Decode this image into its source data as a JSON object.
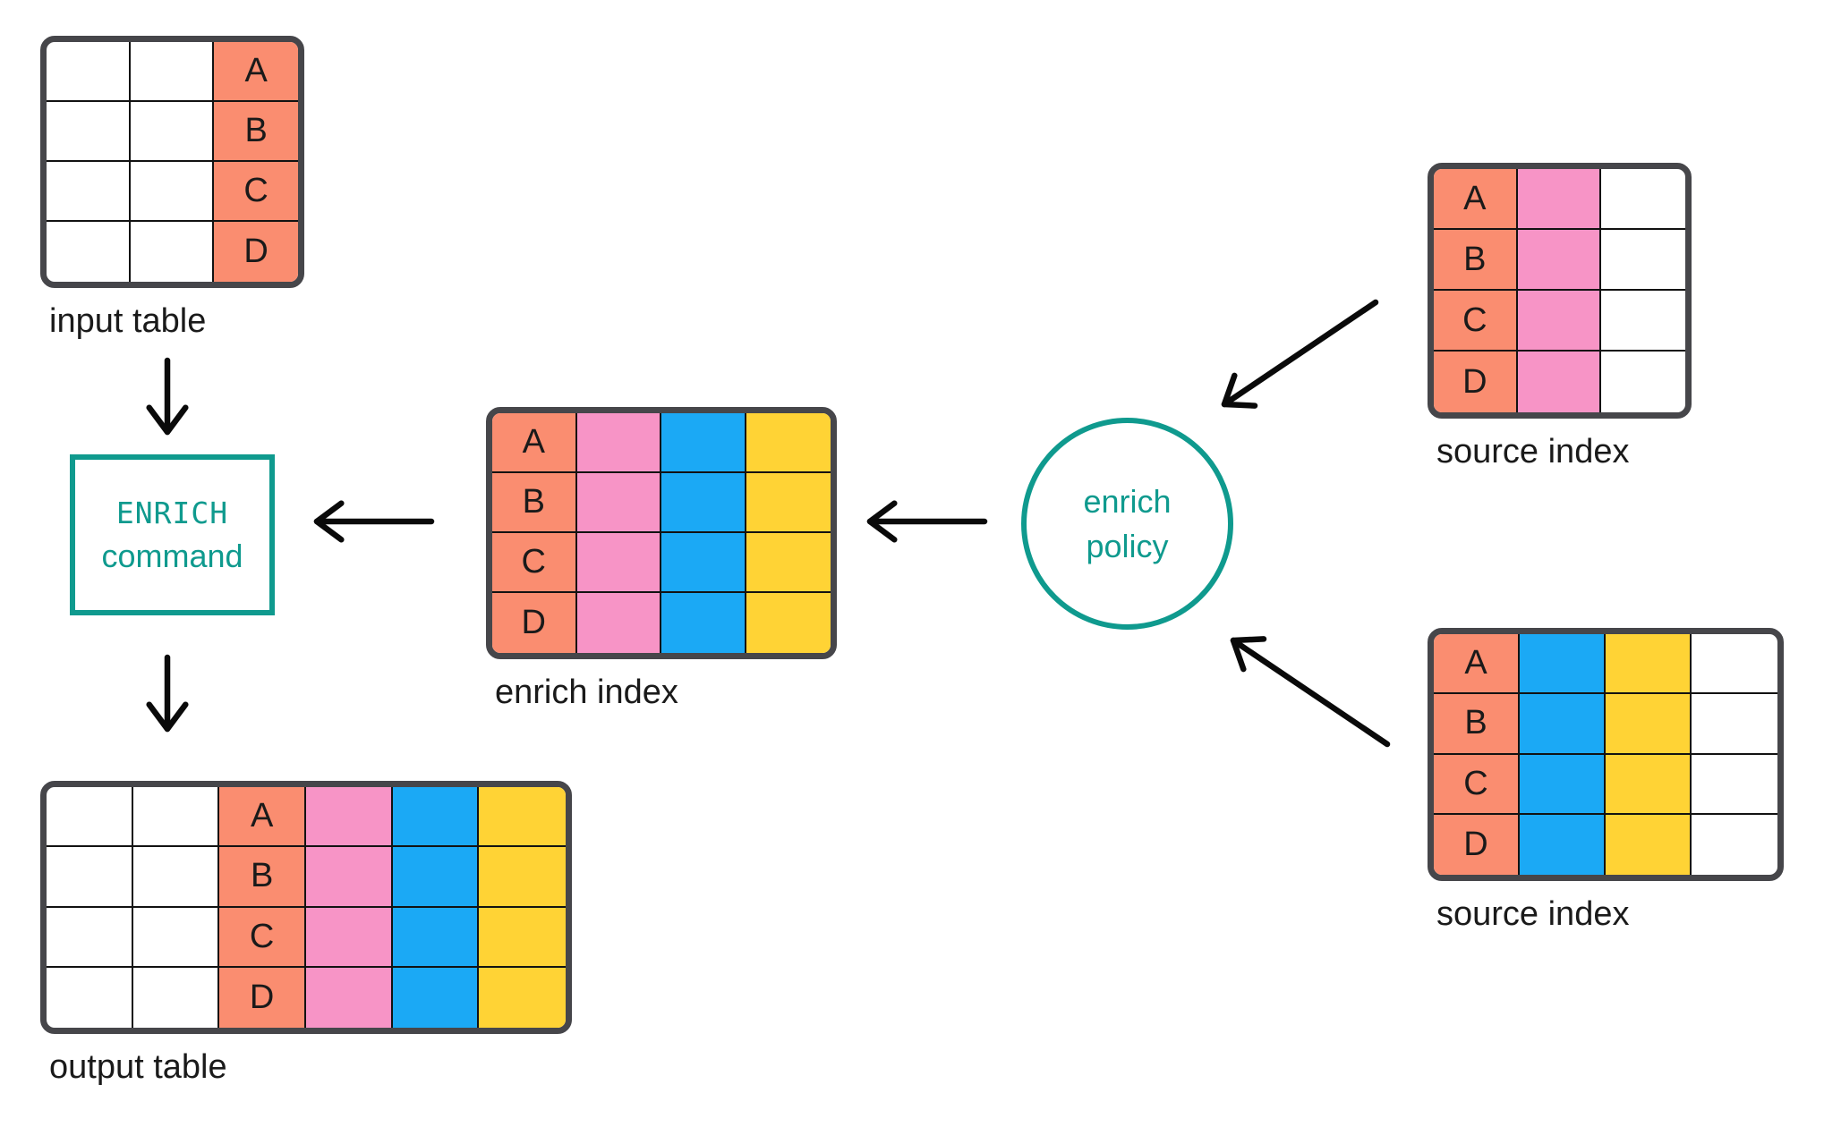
{
  "palette": {
    "salmon": "#FA8D70",
    "pink": "#F794C6",
    "blue": "#1BA9F5",
    "yellow": "#FFD335",
    "teal": "#0F9A8E",
    "table_border": "#46464A",
    "grid_line": "#121212",
    "text": "#1A1A1A",
    "arrow": "#0A0A0A",
    "white": "transparent"
  },
  "nodes": {
    "input_table": {
      "label": "input table",
      "letters": [
        "A",
        "B",
        "C",
        "D"
      ],
      "columns": [
        "white",
        "white",
        "salmon"
      ],
      "letter_col": 2
    },
    "enrich_index": {
      "label": "enrich index",
      "letters": [
        "A",
        "B",
        "C",
        "D"
      ],
      "columns": [
        "salmon",
        "pink",
        "blue",
        "yellow"
      ],
      "letter_col": 0
    },
    "source_index_top": {
      "label": "source index",
      "letters": [
        "A",
        "B",
        "C",
        "D"
      ],
      "columns": [
        "salmon",
        "pink",
        "white"
      ],
      "letter_col": 0
    },
    "source_index_bottom": {
      "label": "source index",
      "letters": [
        "A",
        "B",
        "C",
        "D"
      ],
      "columns": [
        "salmon",
        "blue",
        "yellow",
        "white"
      ],
      "letter_col": 0
    },
    "output_table": {
      "label": "output table",
      "letters": [
        "A",
        "B",
        "C",
        "D"
      ],
      "columns": [
        "white",
        "white",
        "salmon",
        "pink",
        "blue",
        "yellow"
      ],
      "letter_col": 2
    },
    "enrich_command": {
      "line1": "ENRICH",
      "line2": "command"
    },
    "enrich_policy": {
      "line1": "enrich",
      "line2": "policy"
    }
  }
}
